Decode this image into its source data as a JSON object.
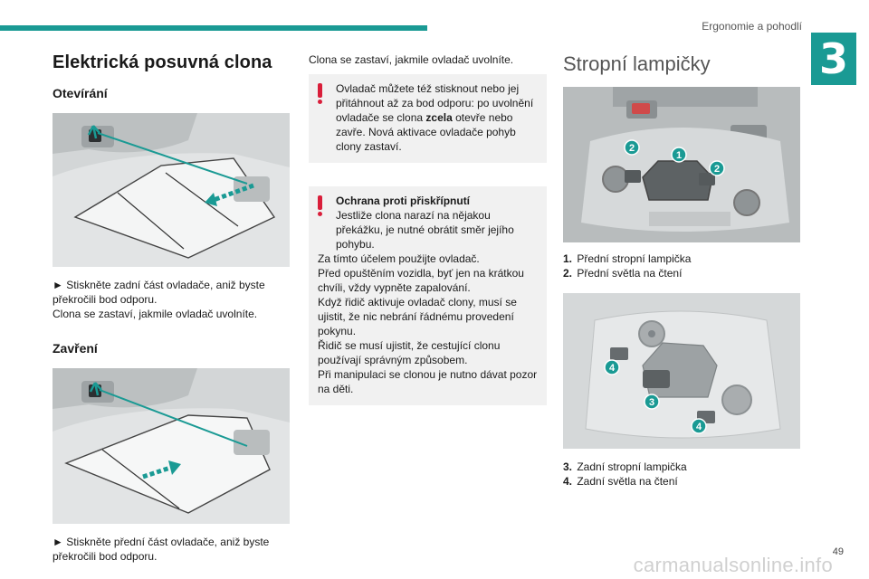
{
  "header": {
    "chapter_title": "Ergonomie a pohodlí",
    "chapter_number": "3"
  },
  "col1": {
    "section_title": "Elektrická posuvná clona",
    "opening_title": "Otevírání",
    "opening_text": "► Stiskněte zadní část ovladače, aniž byste překročili bod odporu.",
    "opening_text2": "Clona se zastaví, jakmile ovladač uvolníte.",
    "closing_title": "Zavření",
    "closing_text": "► Stiskněte přední část ovladače, aniž byste překročili bod odporu."
  },
  "col2": {
    "intro_text": "Clona se zastaví, jakmile ovladač uvolníte.",
    "note1_part1": "Ovladač můžete též stisknout nebo jej přitáhnout až za bod odporu: po uvolnění ovladače se clona ",
    "note1_bold": "zcela",
    "note1_part2": " otevře nebo zavře. Nová aktivace ovladače pohyb clony zastaví.",
    "note2_title": "Ochrana proti přiskřípnutí",
    "note2_text1": "Jestliže clona narazí na nějakou překážku, je nutné obrátit směr jejího pohybu.",
    "note2_text2": "Za tímto účelem použijte ovladač.",
    "note2_text3": "Před opuštěním vozidla, byť jen na krátkou chvíli, vždy vypněte zapalování.",
    "note2_text4": "Když řidič aktivuje ovladač clony, musí se ujistit, že nic nebrání řádnému provedení pokynu.",
    "note2_text5": "Řidič se musí ujistit, že cestující clonu používají správným způsobem.",
    "note2_text6": "Při manipulaci se clonou je nutno dávat pozor na děti."
  },
  "col3": {
    "section_title": "Stropní lampičky",
    "legend_front": [
      {
        "num": "1.",
        "label": "Přední stropní lampička"
      },
      {
        "num": "2.",
        "label": "Přední světla na čtení"
      }
    ],
    "legend_rear": [
      {
        "num": "3.",
        "label": "Zadní stropní lampička"
      },
      {
        "num": "4.",
        "label": "Zadní světla na čtení"
      }
    ],
    "badges_front": [
      "2",
      "1",
      "2"
    ],
    "badges_rear": [
      "4",
      "3",
      "4"
    ]
  },
  "footer": {
    "page_number": "49",
    "watermark": "carmanualsonline.info"
  },
  "colors": {
    "accent": "#1a9a94",
    "warning": "#d91e3a",
    "note_bg": "#f1f1f1"
  }
}
